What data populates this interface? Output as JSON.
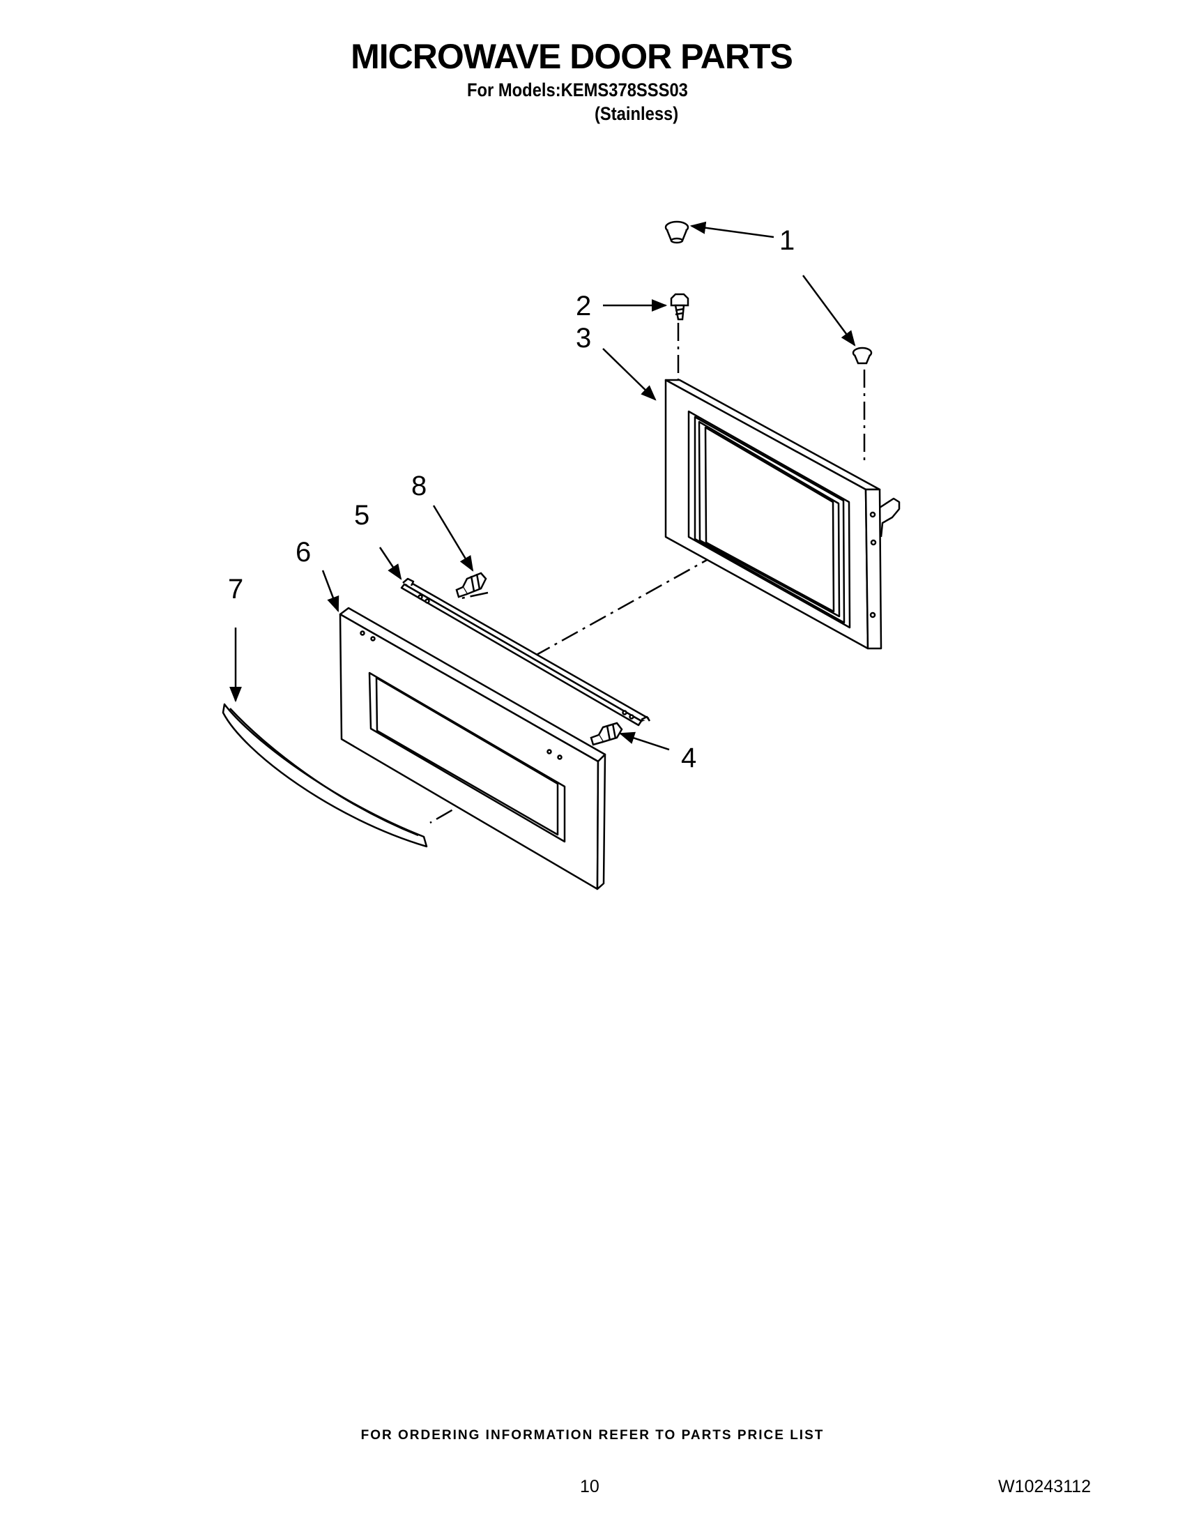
{
  "header": {
    "title": "MICROWAVE DOOR PARTS",
    "model_line": "For Models:KEMS378SSS03",
    "finish": "(Stainless)"
  },
  "callouts": {
    "c1": "1",
    "c2": "2",
    "c3": "3",
    "c4": "4",
    "c5": "5",
    "c6": "6",
    "c7": "7",
    "c8": "8"
  },
  "footer": {
    "ordering_note": "FOR ORDERING INFORMATION REFER TO PARTS PRICE LIST",
    "page_number": "10",
    "document_number": "W10243112"
  }
}
